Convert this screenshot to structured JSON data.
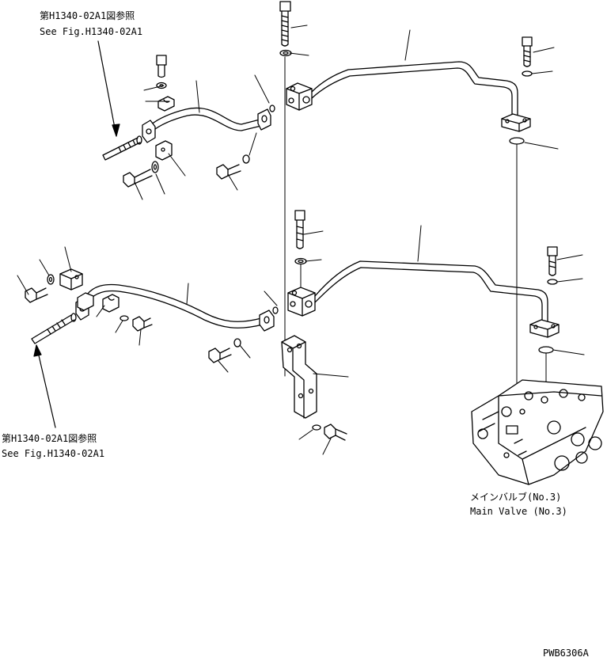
{
  "callouts": {
    "top_left_jp": "第H1340-02A1図参照",
    "top_left_en": "See Fig.H1340-02A1",
    "bottom_left_jp": "第H1340-02A1図参照",
    "bottom_left_en": "See Fig.H1340-02A1",
    "main_valve_jp": "メインバルブ(No.3)",
    "main_valve_en": "Main Valve (No.3)"
  },
  "drawing_code": "PWB6306A"
}
